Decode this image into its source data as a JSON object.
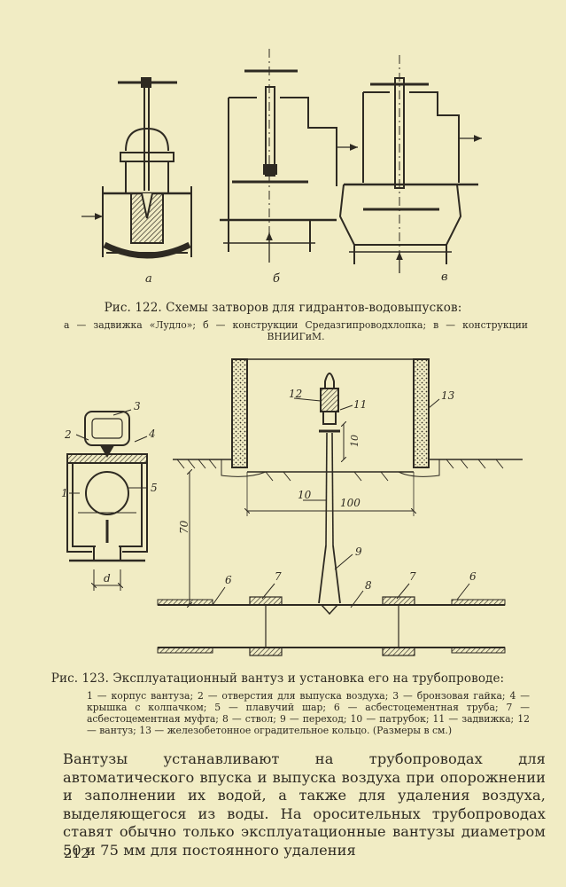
{
  "fig122": {
    "caption": "Рис. 122. Схемы затворов для гидрантов-водовыпусков:",
    "legend": "а — задвижка «Лудло»; б — конструкции Средазгипроводхлопка; в — конструкции ВНИИГиМ.",
    "panel_a": "а",
    "panel_b": "б",
    "panel_c": "в"
  },
  "fig123": {
    "caption": "Рис. 123. Эксплуатационный вантуз и установка его на трубопроводе:",
    "legend": "1 — корпус вантуза; 2 — отверстия для выпуска воздуха; 3 — бронзовая гайка; 4 — крышка с колпачком; 5 — плавучий шар; 6 — асбестоцементная труба; 7 — асбестоцементная муфта; 8 — ствол; 9 — переход; 10 — патрубок; 11 — задвижка; 12 — вантуз; 13 — железобетонное оградительное кольцо. (Размеры в см.)",
    "labels": {
      "n1": "1",
      "n2": "2",
      "n3": "3",
      "n4": "4",
      "n5": "5",
      "n6a": "6",
      "n6b": "6",
      "n7a": "7",
      "n7b": "7",
      "n8": "8",
      "n9": "9",
      "n10": "10",
      "n11": "11",
      "n12": "12",
      "n13": "13",
      "d": "d"
    },
    "dims": {
      "d10": "10",
      "d100": "100",
      "d70": "70"
    }
  },
  "body_text": "Вантузы устанавливают на трубопроводах для автоматического впуска и выпуска воздуха при опорожнении и заполнении их водой, а также для удаления воздуха, выделяющегося из воды. На оросительных трубопроводах ставят обычно только эксплуатационные вантузы диаметром 50 и 75 мм для постоянного удаления",
  "page_number": "212"
}
